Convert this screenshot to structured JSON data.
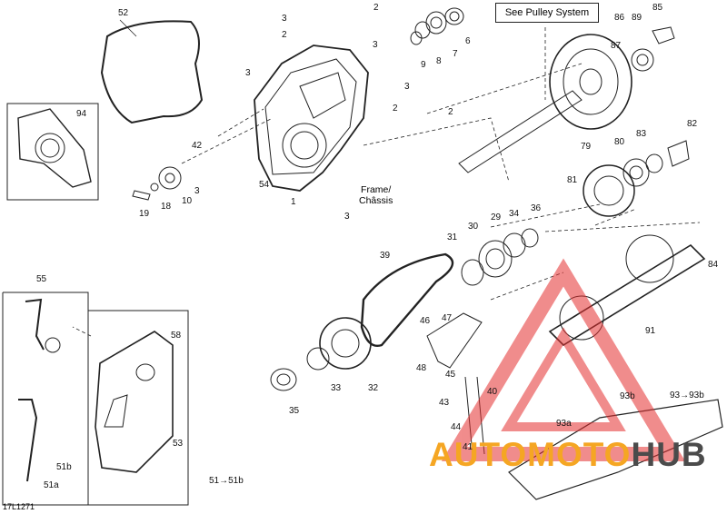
{
  "diagram_code": "17L1271",
  "callout": "See Pulley System",
  "frame_label": [
    "Frame/",
    "Châssis"
  ],
  "watermark": {
    "part1": "AUTOMOTO",
    "part2": "HUB"
  },
  "labels": {
    "l52": "52",
    "l94": "94",
    "l3a": "3",
    "l2a": "2",
    "l2b": "2",
    "l3b": "3",
    "l3c": "3",
    "l2c": "2",
    "l3d": "3",
    "l2d": "2",
    "l9": "9",
    "l8": "8",
    "l7": "7",
    "l6": "6",
    "l42": "42",
    "l54": "54",
    "l1": "1",
    "l3e": "3",
    "l19": "19",
    "l18": "18",
    "l10": "10",
    "l3f": "3",
    "l86": "86",
    "l89": "89",
    "l85": "85",
    "l87": "87",
    "l82": "82",
    "l79": "79",
    "l80": "80",
    "l83": "83",
    "l81": "81",
    "l36": "36",
    "l34": "34",
    "l29": "29",
    "l30": "30",
    "l31": "31",
    "l39": "39",
    "l84": "84",
    "l91": "91",
    "l55": "55",
    "l58": "58",
    "l46": "46",
    "l47": "47",
    "l48": "48",
    "l45": "45",
    "l33": "33",
    "l32": "32",
    "l35": "35",
    "l43": "43",
    "l40": "40",
    "l93b1": "93b",
    "l93b2": "93→93b",
    "l93a": "93a",
    "l44": "44",
    "l41": "41",
    "l53": "53",
    "l51b": "51b",
    "l51a": "51a",
    "l51": "51→51b"
  }
}
